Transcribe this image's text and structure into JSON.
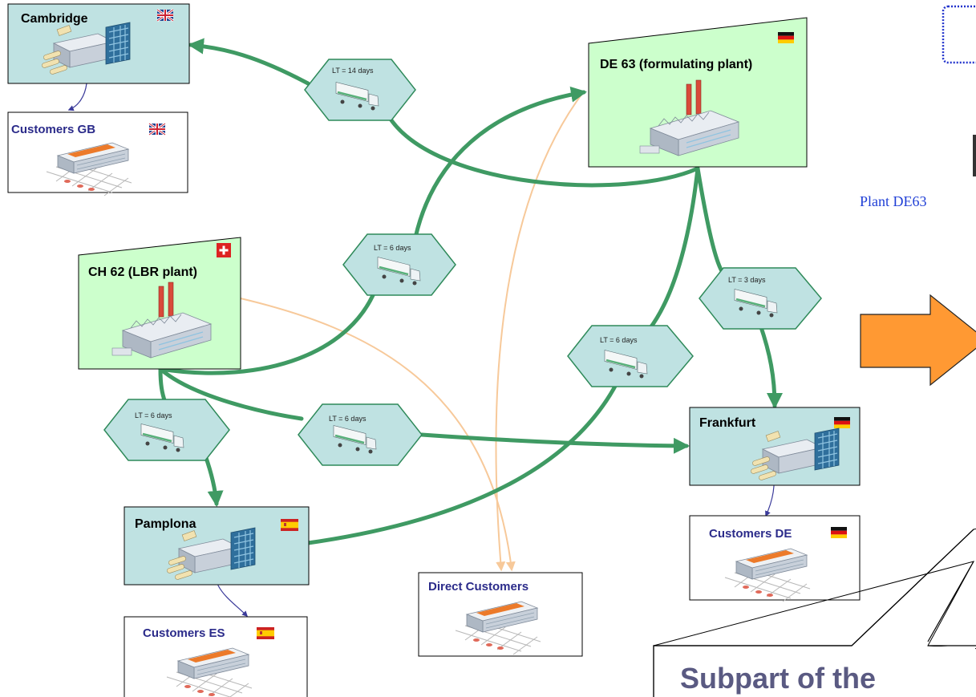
{
  "nodes": {
    "cambridge": {
      "label": "Cambridge",
      "flag": "uk-flag-icon"
    },
    "customers_gb": {
      "label": "Customers GB",
      "flag": "uk-flag-icon"
    },
    "de63": {
      "label": "DE 63 (formulating plant)",
      "flag": "germany-flag-icon"
    },
    "ch62": {
      "label": "CH 62 (LBR plant)",
      "flag": "switzerland-flag-icon"
    },
    "frankfurt": {
      "label": "Frankfurt",
      "flag": "germany-flag-icon"
    },
    "customers_de": {
      "label": "Customers DE",
      "flag": "germany-flag-icon"
    },
    "pamplona": {
      "label": "Pamplona",
      "flag": "spain-flag-icon"
    },
    "customers_es": {
      "label": "Customers ES",
      "flag": "spain-flag-icon"
    },
    "direct_customers": {
      "label": "Direct Customers"
    }
  },
  "lead_times": {
    "cambridge_route": "LT = 14 days",
    "ch62_de63": "LT = 6 days",
    "de63_frankfurt": "LT = 3 days",
    "de63_pamplona": "LT = 6 days",
    "ch62_pamplona": "LT = 6 days",
    "ch62_frankfurt": "LT = 6 days"
  },
  "side_link": "Plant DE63",
  "callout": "Subpart of the",
  "colors": {
    "flow_arrow": "#3f9a63",
    "direct_flow": "#f7c99a",
    "plant_fill": "#ccffcc",
    "warehouse_fill": "#bfe2e2",
    "hexagon_fill": "#bfe2e2",
    "big_arrow": "#ff9933",
    "customer_link": "#3a3a9a"
  }
}
